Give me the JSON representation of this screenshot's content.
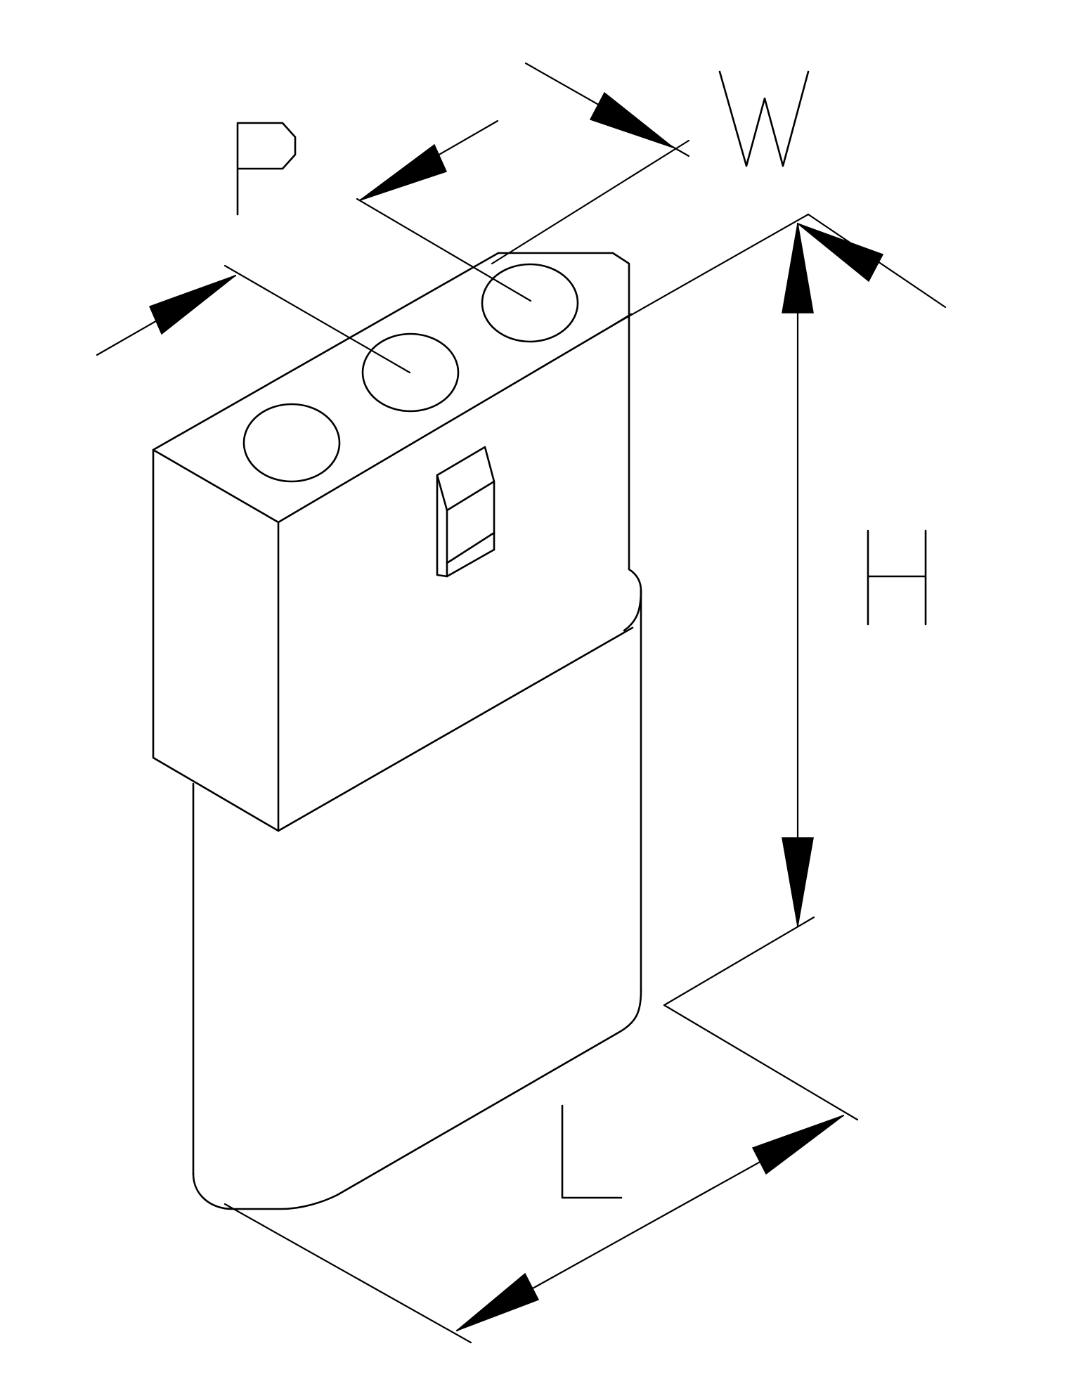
{
  "dimensions": {
    "p": "P",
    "w": "W",
    "h": "H",
    "l": "L"
  },
  "icons": [
    "connector-housing-icon"
  ],
  "colors": {
    "line": "#000000",
    "background": "#ffffff"
  }
}
